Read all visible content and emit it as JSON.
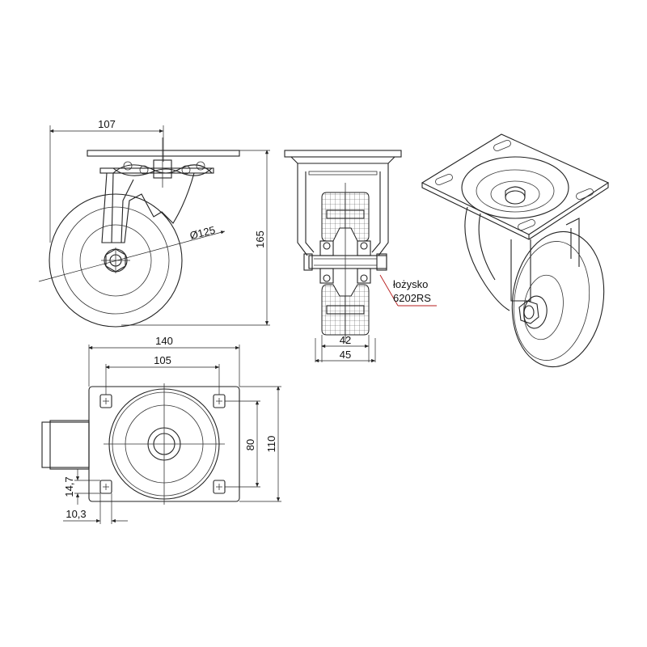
{
  "dimensions": {
    "width_top": "107",
    "height_total": "165",
    "wheel_diameter": "Ø125",
    "wheel_width_inner": "42",
    "wheel_width_outer": "45",
    "plate_length": "140",
    "hole_spacing_length": "105",
    "hole_spacing_width": "80",
    "plate_width": "110",
    "hole_offset_y": "14,7",
    "hole_offset_x": "10,3"
  },
  "bearing": {
    "line1": "łożysko",
    "line2": "6202RS"
  },
  "colors": {
    "line": "#222222",
    "leader": "#b71c1c",
    "background": "#ffffff"
  }
}
